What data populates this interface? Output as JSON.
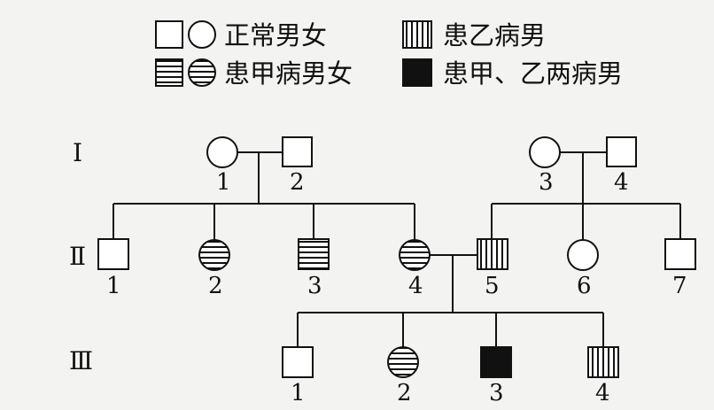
{
  "legend": {
    "normal": "正常男女",
    "diseaseB_male": "患乙病男",
    "diseaseA": "患甲病男女",
    "both_male": "患甲、乙两病男"
  },
  "generations": [
    "Ⅰ",
    "Ⅱ",
    "Ⅲ"
  ],
  "individuals": [
    {
      "gen": "Ⅰ",
      "num": "1",
      "sex": "female",
      "status": "normal"
    },
    {
      "gen": "Ⅰ",
      "num": "2",
      "sex": "male",
      "status": "normal"
    },
    {
      "gen": "Ⅰ",
      "num": "3",
      "sex": "female",
      "status": "normal"
    },
    {
      "gen": "Ⅰ",
      "num": "4",
      "sex": "male",
      "status": "normal"
    },
    {
      "gen": "Ⅱ",
      "num": "1",
      "sex": "male",
      "status": "normal"
    },
    {
      "gen": "Ⅱ",
      "num": "2",
      "sex": "female",
      "status": "disease-A"
    },
    {
      "gen": "Ⅱ",
      "num": "3",
      "sex": "male",
      "status": "disease-A"
    },
    {
      "gen": "Ⅱ",
      "num": "4",
      "sex": "female",
      "status": "disease-A"
    },
    {
      "gen": "Ⅱ",
      "num": "5",
      "sex": "male",
      "status": "disease-B"
    },
    {
      "gen": "Ⅱ",
      "num": "6",
      "sex": "female",
      "status": "normal"
    },
    {
      "gen": "Ⅱ",
      "num": "7",
      "sex": "male",
      "status": "normal"
    },
    {
      "gen": "Ⅲ",
      "num": "1",
      "sex": "male",
      "status": "normal"
    },
    {
      "gen": "Ⅲ",
      "num": "2",
      "sex": "female",
      "status": "disease-A"
    },
    {
      "gen": "Ⅲ",
      "num": "3",
      "sex": "male",
      "status": "both"
    },
    {
      "gen": "Ⅲ",
      "num": "4",
      "sex": "male",
      "status": "disease-B"
    }
  ],
  "colors": {
    "ink": "#111111",
    "paper": "#f3f3f1"
  }
}
